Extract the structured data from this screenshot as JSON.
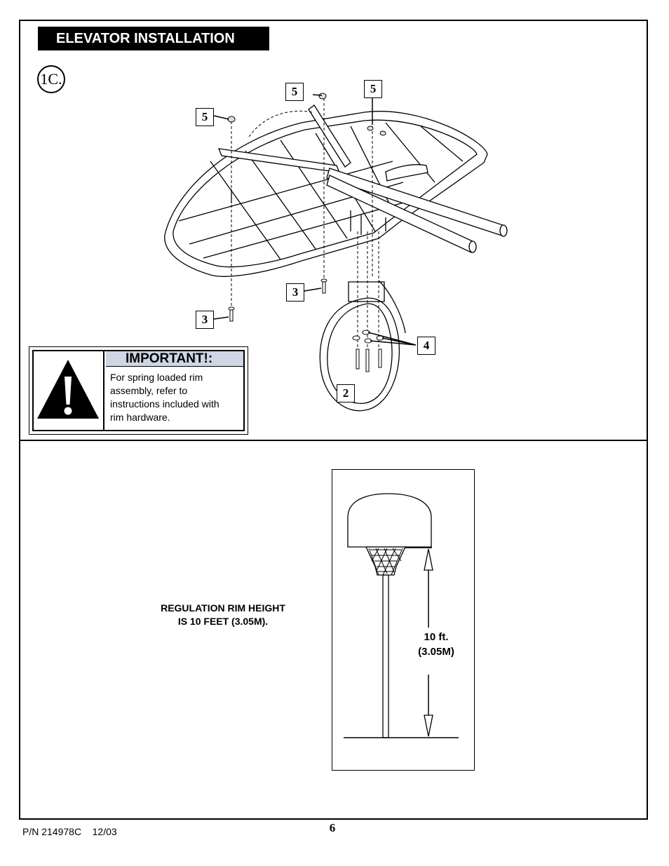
{
  "section": {
    "title": "ELEVATOR INSTALLATION",
    "step": "1C."
  },
  "callouts": {
    "c5a": "5",
    "c5b": "5",
    "c5c": "5",
    "c3a": "3",
    "c3b": "3",
    "c4": "4",
    "c2": "2"
  },
  "important": {
    "heading": "IMPORTANT!:",
    "lines": [
      "For spring loaded rim",
      "assembly, refer to",
      "instructions included with",
      "rim hardware."
    ]
  },
  "regulation": {
    "line1": "REGULATION RIM HEIGHT",
    "line2": "IS 10 FEET (3.05M)."
  },
  "hoop_height": {
    "line1": "10 ft.",
    "line2": "(3.05M)"
  },
  "footer": {
    "part_number": "P/N 214978C",
    "date": "12/03",
    "page": "6"
  },
  "icons": {
    "warning": "warning-triangle-icon"
  }
}
